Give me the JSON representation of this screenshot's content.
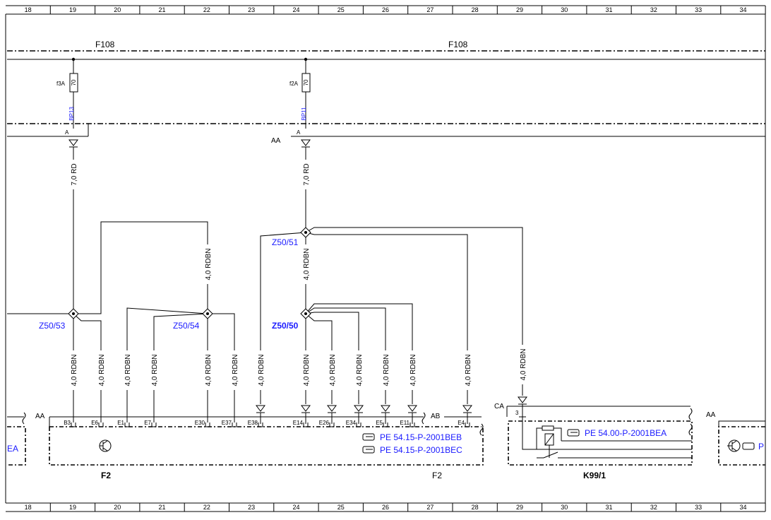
{
  "grid_numbers": [
    "18",
    "19",
    "20",
    "21",
    "22",
    "23",
    "24",
    "25",
    "26",
    "27",
    "28",
    "29",
    "30",
    "31",
    "32",
    "33",
    "34"
  ],
  "rails": {
    "left": "F108",
    "right": "F108"
  },
  "fuses": [
    {
      "name": "f3A",
      "value": "70",
      "bp": "BP13",
      "conn": "A"
    },
    {
      "name": "f2A",
      "value": "70",
      "bp": "BP11",
      "conn": "A"
    }
  ],
  "connector_aa_top": "AA",
  "wires": {
    "w_rd": "7,0 RD",
    "w_rdbn4": "4,0 RDBN"
  },
  "splices": {
    "z53": "Z50/53",
    "z54": "Z50/54",
    "z51": "Z50/51",
    "z50": "Z50/50"
  },
  "pins": [
    "B3",
    "E6",
    "E1",
    "E7",
    "E30",
    "E37",
    "E38",
    "E14",
    "E26",
    "E34",
    "E5",
    "E11",
    "E4"
  ],
  "connectors": {
    "aa_left": "AA",
    "ab": "AB",
    "ca": "CA",
    "aa_right": "AA",
    "ca_pin": "3"
  },
  "refs": {
    "left_partial": "EA",
    "beb": "PE 54.15-P-2001BEB",
    "bec": "PE 54.15-P-2001BEC",
    "bea": "PE 54.00-P-2001BEA",
    "right_partial": "P"
  },
  "components": {
    "f2_left": "F2",
    "f2_right": "F2",
    "k99": "K99/1"
  }
}
